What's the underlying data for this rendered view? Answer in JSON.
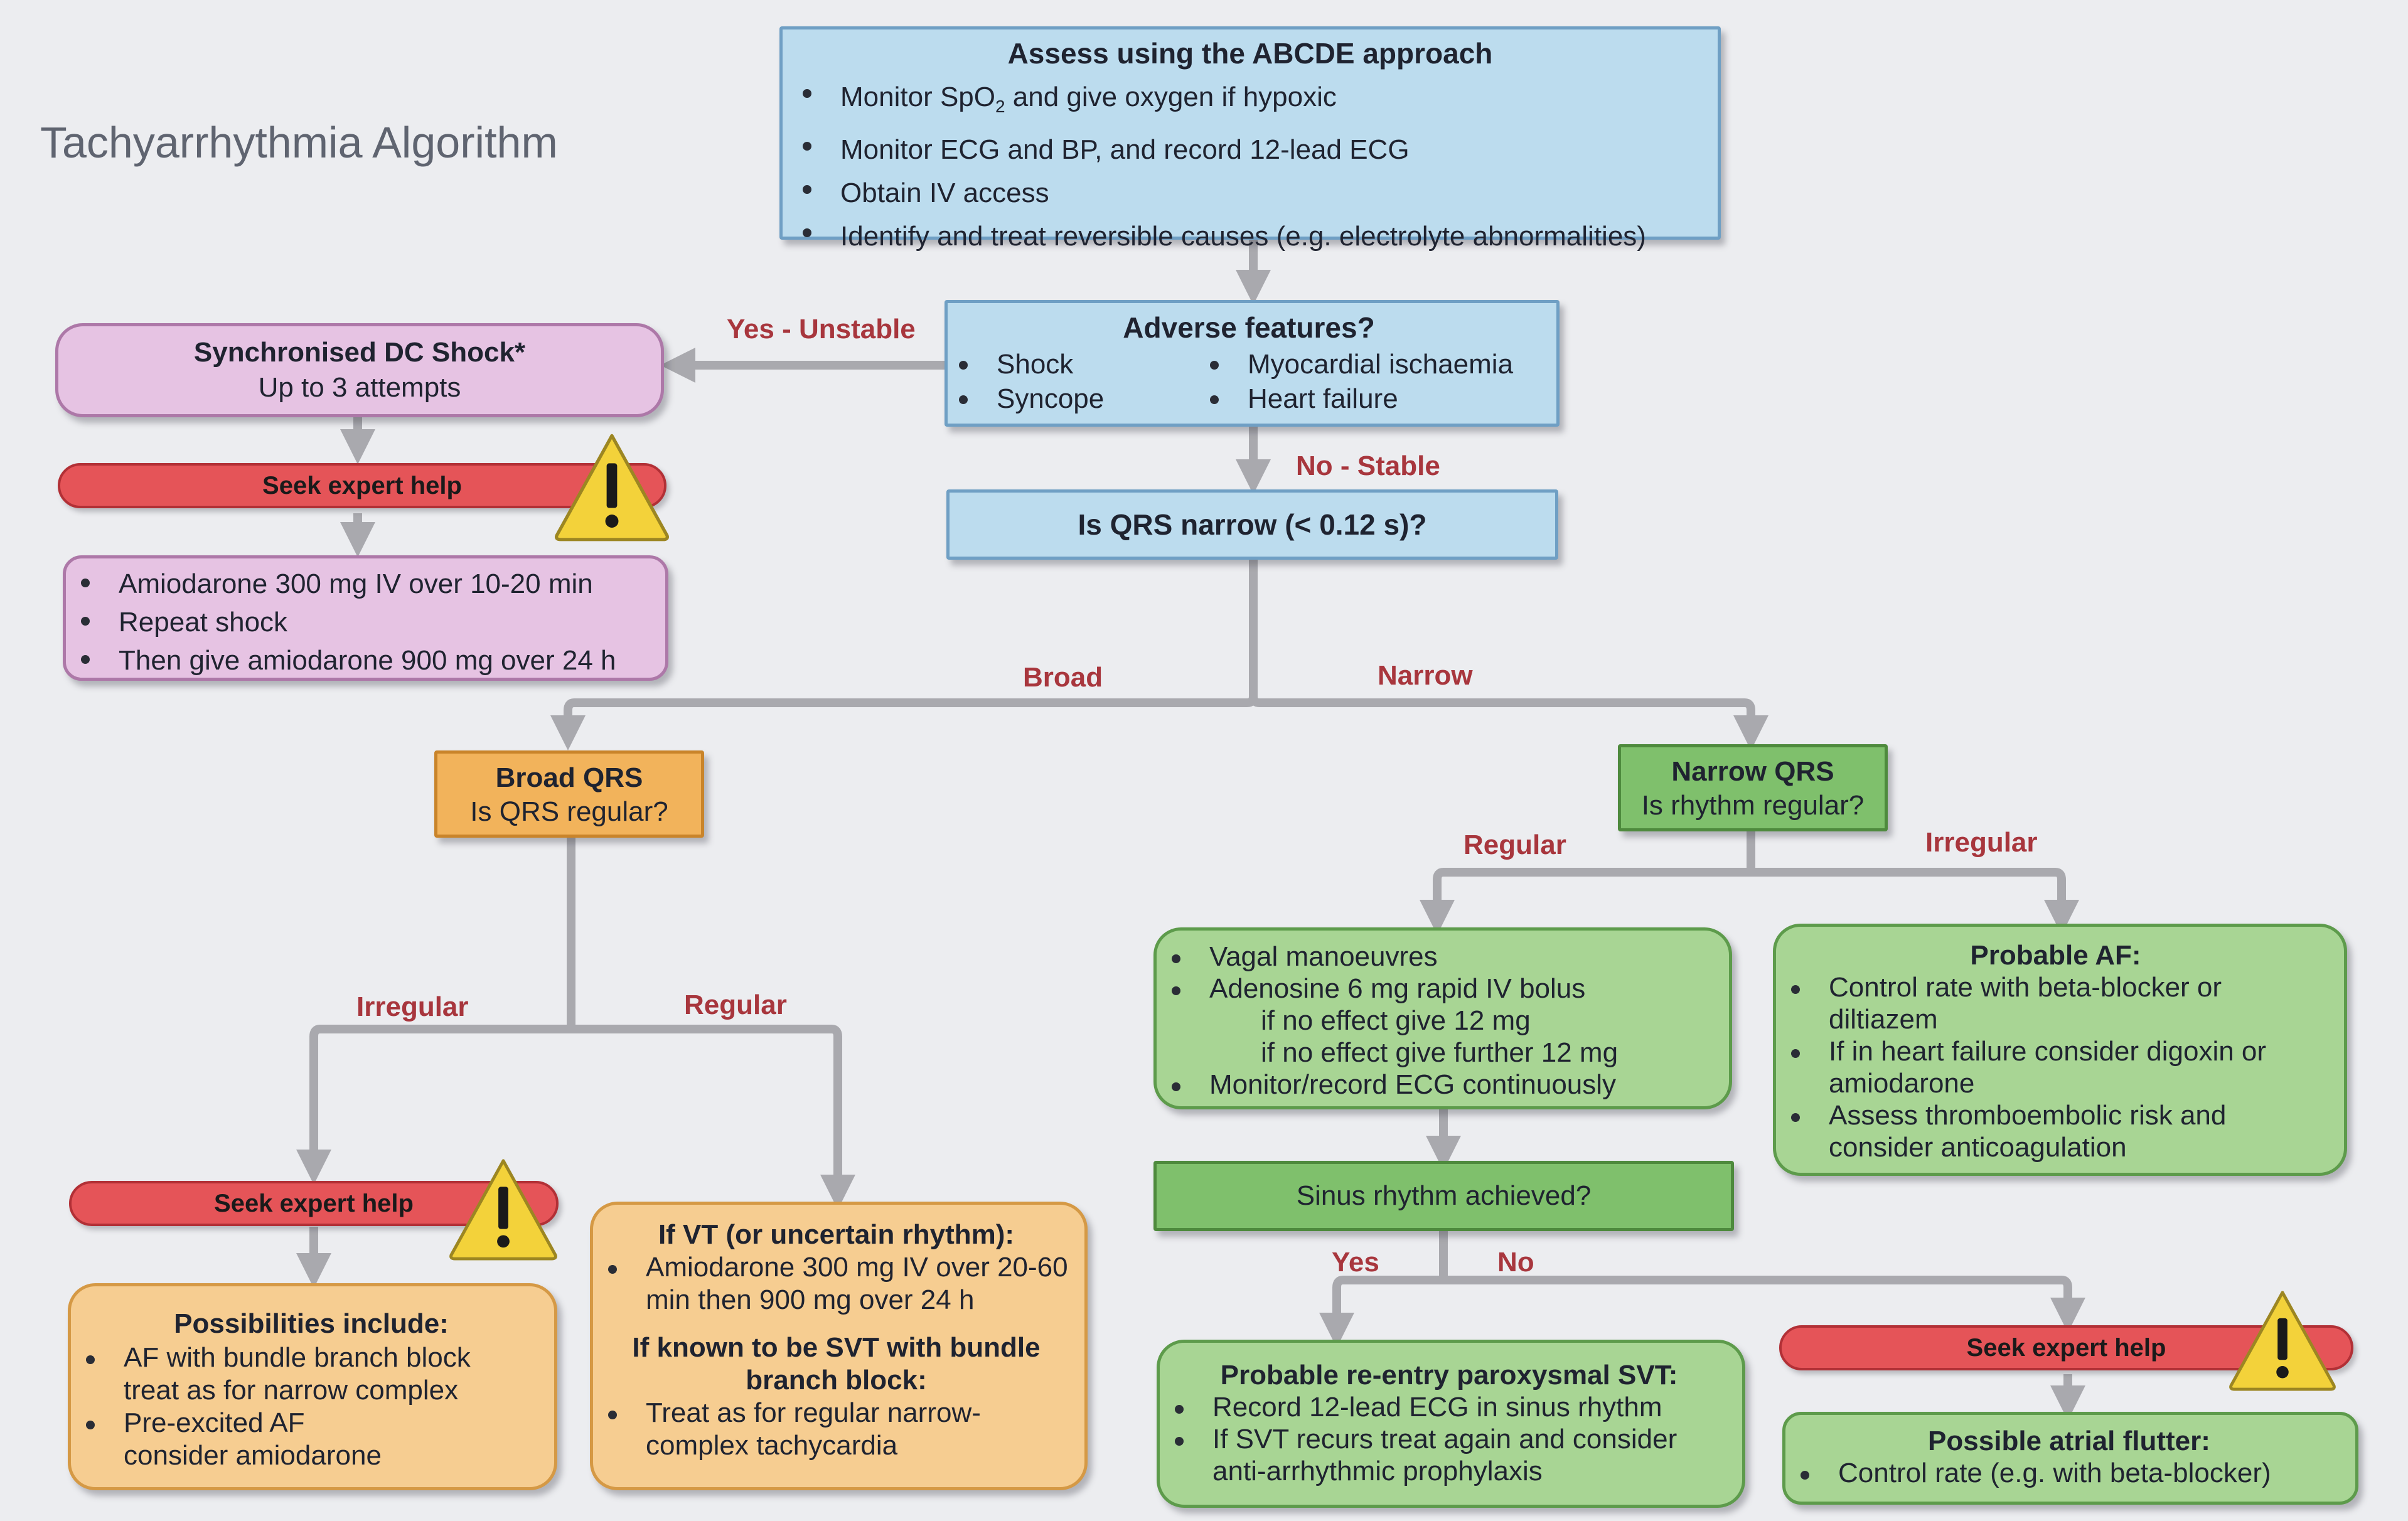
{
  "title": "Tachyarrhythmia Algorithm",
  "assess": {
    "title": "Assess using the ABCDE approach",
    "items": [
      "Monitor SpO",
      "2",
      " and give oxygen if hypoxic",
      "Monitor ECG and BP, and record 12-lead ECG",
      "Obtain IV access",
      "Identify and treat reversible causes (e.g. electrolyte abnormalities)"
    ]
  },
  "adverse": {
    "title": "Adverse features?",
    "left": [
      "Shock",
      "Syncope"
    ],
    "right": [
      "Myocardial ischaemia",
      "Heart failure"
    ]
  },
  "labels": {
    "yes_unstable": "Yes - Unstable",
    "no_stable": "No - Stable",
    "broad": "Broad",
    "narrow": "Narrow",
    "irregular_left": "Irregular",
    "regular_left": "Regular",
    "regular_right": "Regular",
    "irregular_right": "Irregular",
    "yes": "Yes",
    "no": "No"
  },
  "dc_shock": {
    "title": "Synchronised DC Shock*",
    "subtitle": "Up to 3 attempts"
  },
  "seek_help": "Seek expert help",
  "amiodarone": [
    "Amiodarone 300 mg IV over 10-20 min",
    "Repeat shock",
    "Then give amiodarone 900 mg over 24 h"
  ],
  "qrs_question": "Is QRS narrow (< 0.12 s)?",
  "broad_qrs": {
    "title": "Broad QRS",
    "subtitle": "Is QRS regular?"
  },
  "narrow_qrs": {
    "title": "Narrow QRS",
    "subtitle": "Is rhythm regular?"
  },
  "possibilities": {
    "title": "Possibilities include:",
    "items": [
      "AF with bundle branch block",
      "treat as for narrow complex",
      "Pre-excited AF",
      "consider amiodarone"
    ]
  },
  "vt": {
    "title": "If VT (or uncertain rhythm):",
    "item1": "Amiodarone 300 mg IV over 20-60 min then 900 mg over 24 h",
    "title2": "If known to be SVT with bundle branch block:",
    "item2": "Treat as for regular narrow-complex tachycardia"
  },
  "vagal": {
    "items": [
      "Vagal manoeuvres",
      "Adenosine 6 mg rapid IV bolus",
      "if no effect give 12 mg",
      "if no effect give further 12 mg",
      "Monitor/record ECG continuously"
    ]
  },
  "probable_af": {
    "title": "Probable AF:",
    "items": [
      "Control rate with beta-blocker or diltiazem",
      "If in heart failure consider digoxin or amiodarone",
      "Assess thromboembolic risk and consider anticoagulation"
    ]
  },
  "sinus": "Sinus rhythm achieved?",
  "svt": {
    "title": "Probable re-entry paroxysmal SVT:",
    "items": [
      "Record 12-lead ECG in sinus rhythm",
      "If SVT recurs treat again and consider anti-arrhythmic prophylaxis"
    ]
  },
  "flutter": {
    "title": "Possible atrial flutter:",
    "items": [
      "Control rate (e.g. with beta-blocker)"
    ]
  },
  "colors": {
    "blue": "#bcdcee",
    "pink": "#e6c3e3",
    "orange": "#f6cd91",
    "green": "#a8d594",
    "red_banner": "#e55458",
    "label_red": "#a8363d",
    "connector": "#a9a9ae"
  },
  "icons": {
    "warning": "warning-triangle-icon"
  }
}
